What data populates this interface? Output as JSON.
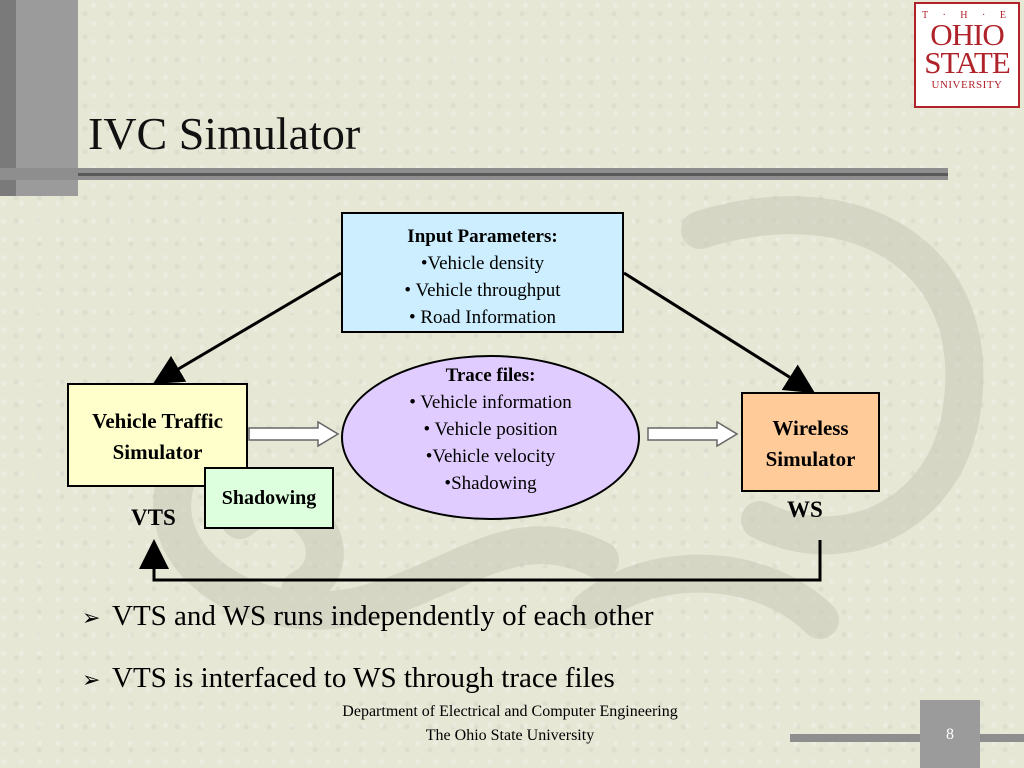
{
  "title": "IVC Simulator",
  "logo": {
    "top": "T · H · E",
    "line1": "OHIO",
    "line2": "STATE",
    "line3": "UNIVERSITY",
    "color": "#b0232a"
  },
  "diagram": {
    "input_box": {
      "heading": "Input Parameters:",
      "items": [
        "•Vehicle density",
        "• Vehicle throughput",
        "• Road Information"
      ]
    },
    "trace_files": {
      "heading": "Trace files:",
      "items": [
        "• Vehicle information",
        "• Vehicle position",
        "•Vehicle velocity",
        "•Shadowing"
      ]
    },
    "vts_box": {
      "line1": "Vehicle Traffic",
      "line2": "Simulator"
    },
    "shadowing_box": {
      "label": "Shadowing"
    },
    "ws_box": {
      "line1": "Wireless",
      "line2": "Simulator"
    },
    "vts_label": "VTS",
    "ws_label": "WS"
  },
  "bullets": [
    "VTS and WS runs independently of each other",
    "VTS is interfaced to WS through trace files"
  ],
  "footer": {
    "line1": "Department of Electrical and Computer Engineering",
    "line2": "The Ohio State University"
  },
  "page_number": "8"
}
